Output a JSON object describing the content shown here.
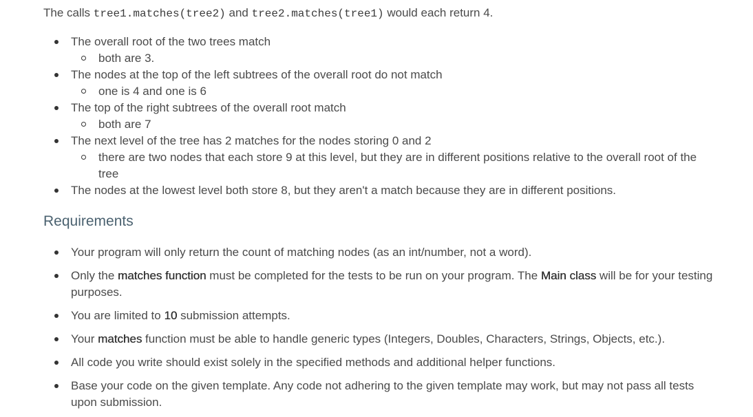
{
  "intro": {
    "prefix": "The calls ",
    "code1": "tree1.matches(tree2)",
    "middle": " and ",
    "code2": "tree2.matches(tree1)",
    "suffix": " would each return 4."
  },
  "explanations": [
    {
      "text": "The overall root of the two trees match",
      "sub": [
        "both are 3."
      ]
    },
    {
      "text": "The nodes at the top of the left subtrees of the overall root do not match",
      "sub": [
        "one is 4 and one is 6"
      ]
    },
    {
      "text": "The top of the right subtrees of the overall root match",
      "sub": [
        "both are 7"
      ]
    },
    {
      "text": "The next level of the tree has 2 matches for the nodes storing 0 and 2",
      "sub": [
        "there are two nodes that each store 9 at this level, but they are in different positions relative to the overall root of the tree"
      ]
    },
    {
      "text": "The nodes at the lowest level both store 8, but they aren't a match because they are in different positions.",
      "sub": []
    }
  ],
  "requirements_heading": "Requirements",
  "requirements": {
    "r1": "Your program will only return the count of matching nodes (as an int/number, not a word).",
    "r2": {
      "a": "Only the ",
      "b": "matches function",
      "c": " must be completed for the tests to be run on your program. The ",
      "d": "Main class",
      "e": " will be for your testing purposes."
    },
    "r3": {
      "a": "You are limited to ",
      "b": "10",
      "c": " submission attempts."
    },
    "r4": {
      "a": "Your ",
      "b": "matches",
      "c": " function must be able to handle generic types (Integers, Doubles, Characters, Strings, Objects, etc.)."
    },
    "r5": "All code you write should exist solely in the specified methods and additional helper functions.",
    "r6": "Base your code on the given template. Any code not adhering to the given template may work, but may not pass all tests upon submission."
  }
}
